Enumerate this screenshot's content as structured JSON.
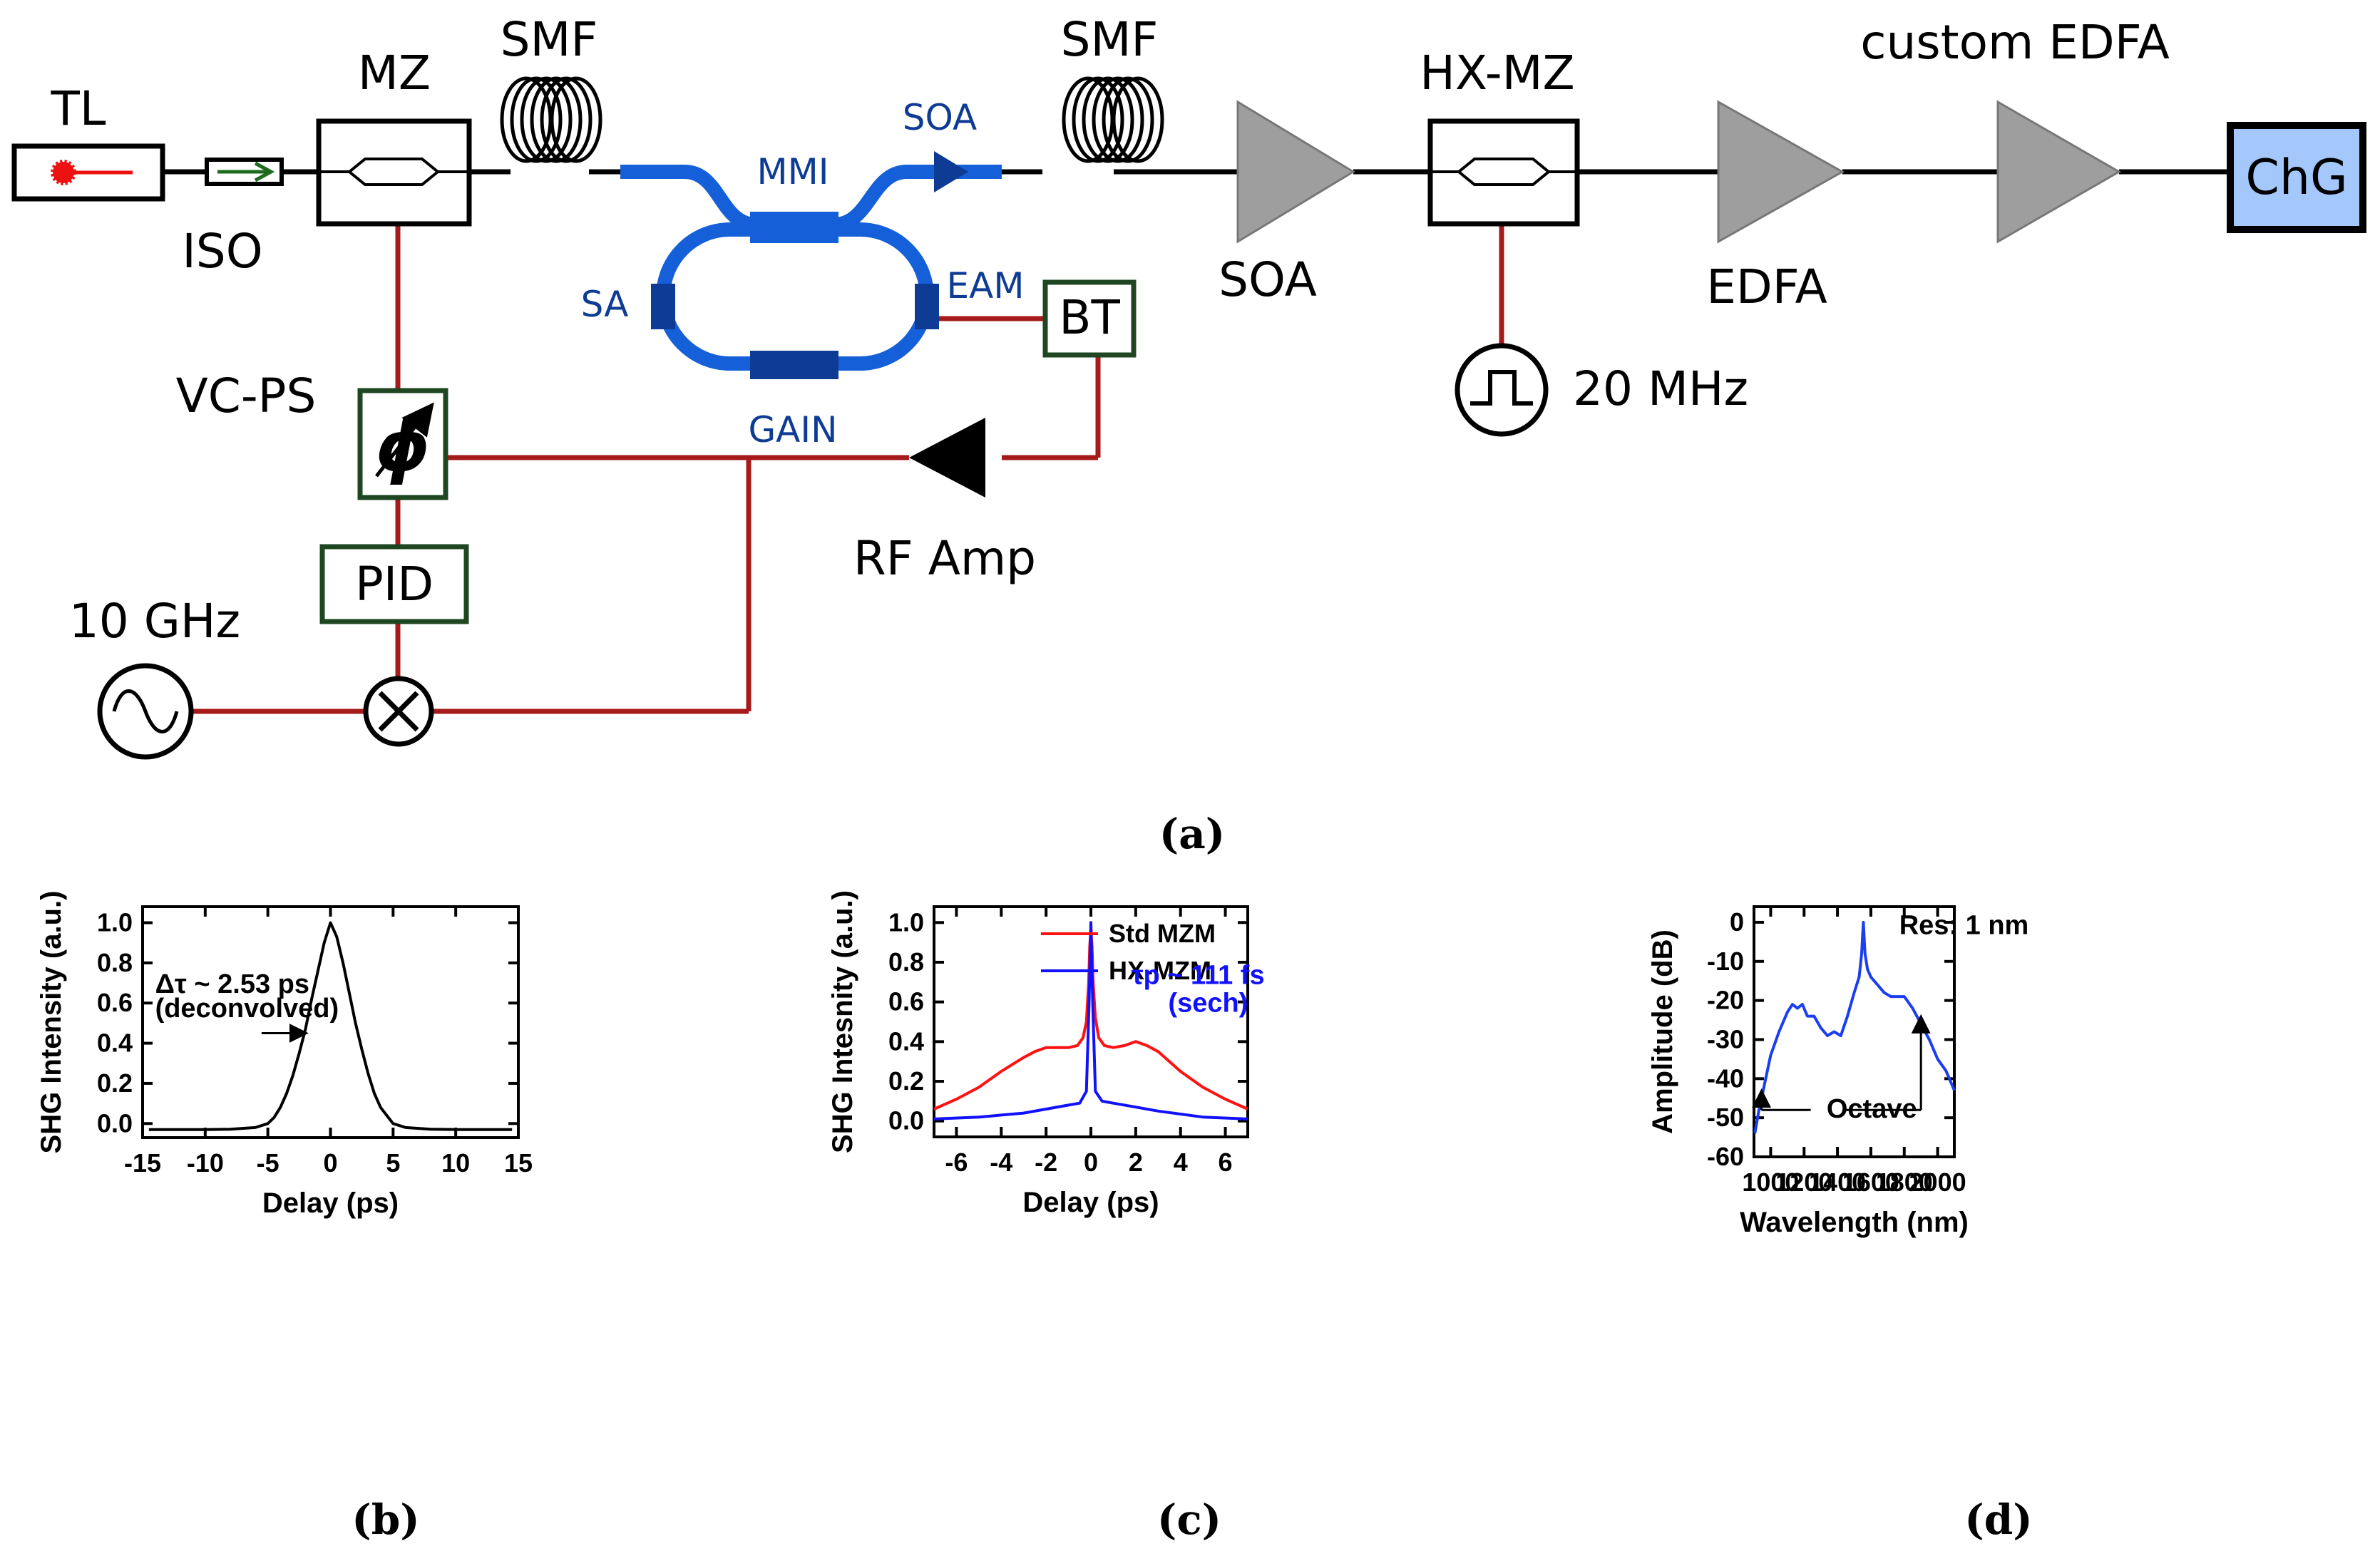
{
  "colors": {
    "optical": "#000000",
    "photonic": "#1560d8",
    "photonic_dark": "#0e3c94",
    "rf": "#a51a1a",
    "amp_fill": "#9e9e9e",
    "chg_fill": "#a4c8fb",
    "electronic_box": "#1e4620",
    "laser": "#ee1111",
    "std_mzm": "#ff1111",
    "hx_mzm": "#1111ff",
    "panel_b_trace": "#000000",
    "panel_d_trace": "#1a3ef0"
  },
  "setup": {
    "caption": "(a)",
    "labels": {
      "tl": "TL",
      "iso": "ISO",
      "mz": "MZ",
      "smf1": "SMF",
      "smf2": "SMF",
      "mmi": "MMI",
      "soa_chip": "SOA",
      "sa": "SA",
      "eam": "EAM",
      "gain": "GAIN",
      "bt": "BT",
      "soa": "SOA",
      "hx_mz": "HX-MZ",
      "edfa": "EDFA",
      "custom_edfa": "custom EDFA",
      "chg": "ChG",
      "vc_ps": "VC-PS",
      "pid": "PID",
      "rf_amp": "RF Amp",
      "osc_10ghz": "10 GHz",
      "pulse_20mhz": "20 MHz",
      "phase_symbol": "ϕ"
    },
    "icons": [
      "laser-icon",
      "isolator-icon",
      "fiber-spool-icon",
      "amplifier-icon",
      "phase-shifter-icon",
      "mixer-icon",
      "sine-source-icon",
      "pulse-source-icon"
    ]
  },
  "chart_data": [
    {
      "panel": "(b)",
      "type": "line",
      "xlabel": "Delay (ps)",
      "ylabel": "SHG Intensity (a.u.)",
      "xlim": [
        -15,
        15
      ],
      "ylim": [
        -0.07,
        1.08
      ],
      "xticks": [
        -15,
        -10,
        -5,
        0,
        5,
        10,
        15
      ],
      "yticks": [
        0.0,
        0.2,
        0.4,
        0.6,
        0.8,
        1.0
      ],
      "xtick_labels": [
        "-15",
        "-10",
        "-5",
        "0",
        "5",
        "10",
        "15"
      ],
      "ytick_labels": [
        "0.0",
        "0.2",
        "0.4",
        "0.6",
        "0.8",
        "1.0"
      ],
      "series": [
        {
          "color": "#000000",
          "x": [
            -14.5,
            -12,
            -10,
            -8,
            -6,
            -5,
            -4.5,
            -4,
            -3.5,
            -3,
            -2.5,
            -2,
            -1.5,
            -1,
            -0.5,
            0,
            0.5,
            1,
            1.5,
            2,
            2.5,
            3,
            3.5,
            4,
            4.5,
            5,
            6,
            8,
            10,
            12,
            14.5
          ],
          "y": [
            -0.03,
            -0.03,
            -0.03,
            -0.028,
            -0.02,
            0.0,
            0.03,
            0.08,
            0.15,
            0.24,
            0.35,
            0.47,
            0.62,
            0.76,
            0.9,
            1.0,
            0.93,
            0.8,
            0.65,
            0.5,
            0.37,
            0.25,
            0.15,
            0.08,
            0.04,
            0.0,
            -0.02,
            -0.028,
            -0.03,
            -0.03,
            -0.03
          ]
        }
      ],
      "annotations": [
        {
          "text": "Δτ ~ 2.53 ps",
          "x": -14.0,
          "y": 0.65
        },
        {
          "text": "(deconvolved)",
          "x": -14.0,
          "y": 0.53
        }
      ],
      "arrow": {
        "from": [
          -5.5,
          0.45
        ],
        "to": [
          -1.9,
          0.45
        ]
      },
      "grid": false
    },
    {
      "panel": "(c)",
      "type": "line",
      "xlabel": "Delay (ps)",
      "ylabel": "SHG Intesnity (a.u.)",
      "xlim": [
        -7,
        7
      ],
      "ylim": [
        -0.08,
        1.08
      ],
      "xticks": [
        -6,
        -4,
        -2,
        0,
        2,
        4,
        6
      ],
      "yticks": [
        0.0,
        0.2,
        0.4,
        0.6,
        0.8,
        1.0
      ],
      "xtick_labels": [
        "-6",
        "-4",
        "-2",
        "0",
        "2",
        "4",
        "6"
      ],
      "ytick_labels": [
        "0.0",
        "0.2",
        "0.4",
        "0.6",
        "0.8",
        "1.0"
      ],
      "legend": "top-right",
      "series": [
        {
          "name": "Std MZM",
          "color": "#ff1111",
          "x": [
            -7,
            -6,
            -5,
            -4,
            -3,
            -2.5,
            -2,
            -1.5,
            -1,
            -0.6,
            -0.35,
            -0.2,
            -0.1,
            -0.05,
            0,
            0.05,
            0.1,
            0.2,
            0.35,
            0.6,
            1,
            1.5,
            2,
            2.5,
            3,
            4,
            5,
            6,
            7
          ],
          "y": [
            0.06,
            0.11,
            0.17,
            0.25,
            0.32,
            0.35,
            0.37,
            0.37,
            0.37,
            0.38,
            0.42,
            0.5,
            0.7,
            0.88,
            0.97,
            0.88,
            0.7,
            0.52,
            0.42,
            0.38,
            0.37,
            0.38,
            0.4,
            0.38,
            0.35,
            0.25,
            0.17,
            0.11,
            0.06
          ]
        },
        {
          "name": "HX-MZM",
          "color": "#1111ff",
          "x": [
            -7,
            -5,
            -3,
            -2,
            -1,
            -0.5,
            -0.2,
            -0.08,
            0,
            0.08,
            0.2,
            0.5,
            1,
            2,
            3,
            5,
            7
          ],
          "y": [
            0.01,
            0.02,
            0.04,
            0.06,
            0.08,
            0.09,
            0.15,
            0.6,
            1.0,
            0.6,
            0.15,
            0.1,
            0.09,
            0.07,
            0.05,
            0.02,
            0.01
          ]
        }
      ],
      "annotations": [
        {
          "text": "τp ~ 111 fs",
          "x": 1.8,
          "y": 0.69,
          "color": "#1111ff"
        },
        {
          "text": "(sech)",
          "x": 3.45,
          "y": 0.55,
          "color": "#1111ff"
        }
      ],
      "grid": false
    },
    {
      "panel": "(d)",
      "type": "line",
      "xlabel": "Wavelength (nm)",
      "ylabel": "Amplitude (dB)",
      "xlim": [
        900,
        2100
      ],
      "ylim": [
        -60,
        4
      ],
      "xticks": [
        1000,
        1200,
        1400,
        1600,
        1800,
        2000
      ],
      "yticks": [
        -60,
        -50,
        -40,
        -30,
        -20,
        -10,
        0
      ],
      "xtick_labels": [
        "1000",
        "1200",
        "1400",
        "1600",
        "1800",
        "2000"
      ],
      "ytick_labels": [
        "-60",
        "-50",
        "-40",
        "-30",
        "-20",
        "-10",
        "0"
      ],
      "series": [
        {
          "color": "#1a3ef0",
          "x": [
            905,
            930,
            960,
            1000,
            1050,
            1100,
            1130,
            1160,
            1190,
            1220,
            1260,
            1300,
            1340,
            1380,
            1420,
            1460,
            1500,
            1530,
            1545,
            1555,
            1565,
            1580,
            1600,
            1640,
            1680,
            1720,
            1760,
            1800,
            1850,
            1900,
            1950,
            2000,
            2050,
            2100
          ],
          "y": [
            -54,
            -48,
            -42,
            -34,
            -28,
            -23,
            -21,
            -22,
            -21,
            -24,
            -24,
            -27,
            -29,
            -28,
            -29,
            -24,
            -18,
            -14,
            -8,
            0,
            -8,
            -12,
            -14,
            -16,
            -18,
            -19,
            -19,
            -19,
            -22,
            -26,
            -30,
            -35,
            -38,
            -43
          ]
        }
      ],
      "annotations": [
        {
          "text": "Res: 1 nm",
          "x": 1770,
          "y": -3
        },
        {
          "text": "Octave",
          "x": 1335,
          "y": -50
        }
      ],
      "octave_bracket": {
        "left_x": 945,
        "right_x": 1900,
        "left_y": -43,
        "right_y": -24,
        "bracket_y": -48
      },
      "grid": false
    }
  ]
}
